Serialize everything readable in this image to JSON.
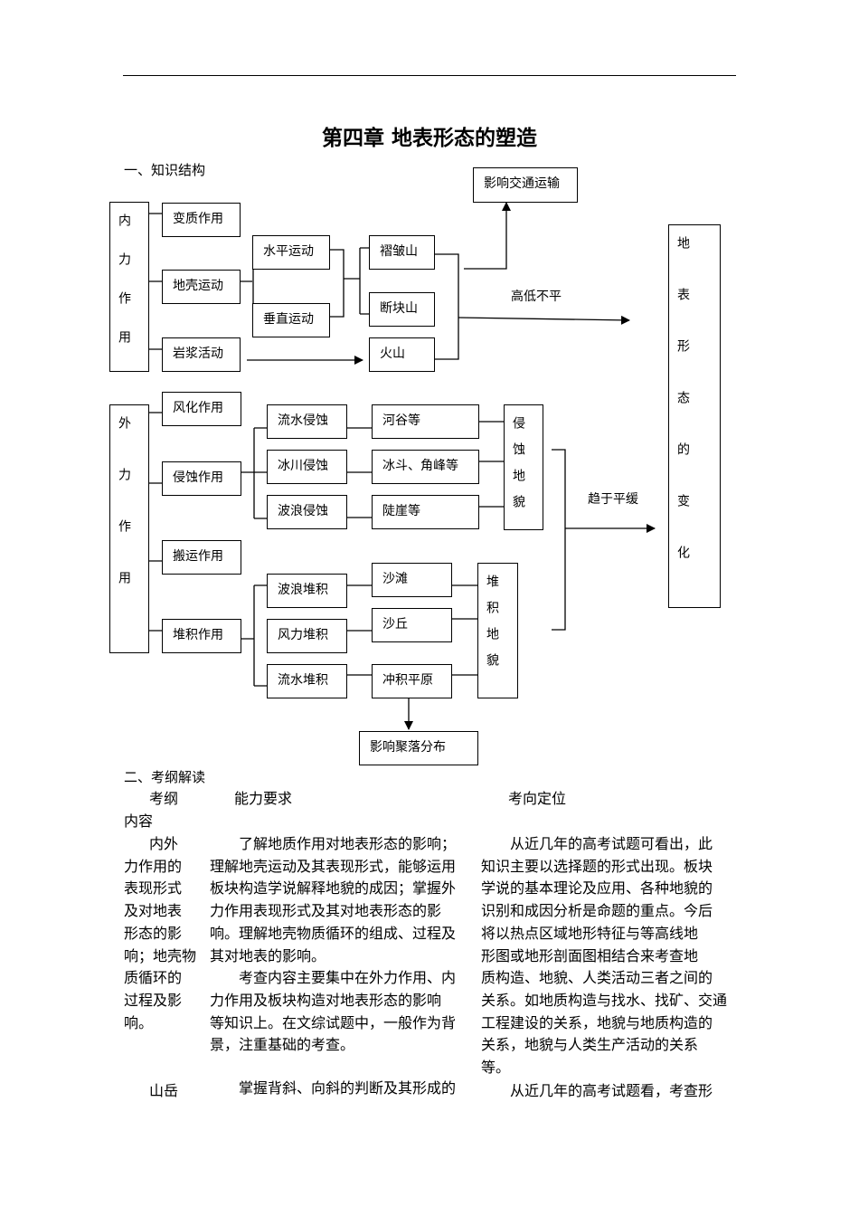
{
  "title": "第四章  地表形态的塑造",
  "section1": "一、知识结构",
  "diagram": {
    "traffic": "影响交通运输",
    "internal": "内力作用",
    "metamorphism": "变质作用",
    "crustal": "地壳运动",
    "magma": "岩浆活动",
    "horizontal": "水平运动",
    "vertical": "垂直运动",
    "fold": "褶皱山",
    "fault": "断块山",
    "volcano": "火山",
    "uneven": "高低不平",
    "surface_change": "地表形态的变化",
    "external": "外力作用",
    "weathering": "风化作用",
    "erosion": "侵蚀作用",
    "transport": "搬运作用",
    "deposition": "堆积作用",
    "water_erosion": "流水侵蚀",
    "glacier_erosion": "冰川侵蚀",
    "wave_erosion": "波浪侵蚀",
    "valley": "河谷等",
    "cirque": "冰斗、角峰等",
    "cliff": "陡崖等",
    "erosion_landform": "侵蚀地貌",
    "wave_dep": "波浪堆积",
    "wind_dep": "风力堆积",
    "water_dep": "流水堆积",
    "beach": "沙滩",
    "dune": "沙丘",
    "plain": "冲积平原",
    "dep_landform": "堆积地貌",
    "flatten": "趋于平缓",
    "settlement": "影响聚落分布"
  },
  "section2": "二、考纲解读",
  "table": {
    "headers": [
      "考纲",
      "能力要求",
      "考向定位"
    ],
    "header_cont": "内容",
    "row1": {
      "col1": [
        "内外",
        "力作用的",
        "表现形式",
        "及对地表",
        "形态的影",
        "响；地壳物",
        "质循环的",
        "过程及影",
        "响。"
      ],
      "col2": [
        "　　了解地质作用对地表形态的影响；",
        "理解地壳运动及其表现形式，能够运用",
        "板块构造学说解释地貌的成因；掌握外",
        "力作用表现形式及其对地表形态的影",
        "响。理解地壳物质循环的组成、过程及",
        "其对地表的影响。",
        "　　考查内容主要集中在外力作用、内",
        "力作用及板块构造对地表形态的影响",
        "等知识上。在文综试题中，一般作为背",
        "景，注重基础的考查。"
      ],
      "col3": [
        "　　从近几年的高考试题可看出，此",
        "知识主要以选择题的形式出现。板块",
        "学说的基本理论及应用、各种地貌的",
        "识别和成因分析是命题的重点。今后",
        "将以热点区域地形特征与等高线地",
        "形图或地形剖面图相结合来考查地",
        "质构造、地貌、人类活动三者之间的",
        "关系。如地质构造与找水、找矿、交通",
        "工程建设的关系，地貌与地质构造的",
        "关系，地貌与人类生产活动的关系",
        "等。"
      ]
    },
    "row2": {
      "col1": [
        "山岳"
      ],
      "col2": [
        "　　掌握背斜、向斜的判断及其形成的"
      ],
      "col3": [
        "　　从近几年的高考试题看，考查形"
      ]
    }
  }
}
